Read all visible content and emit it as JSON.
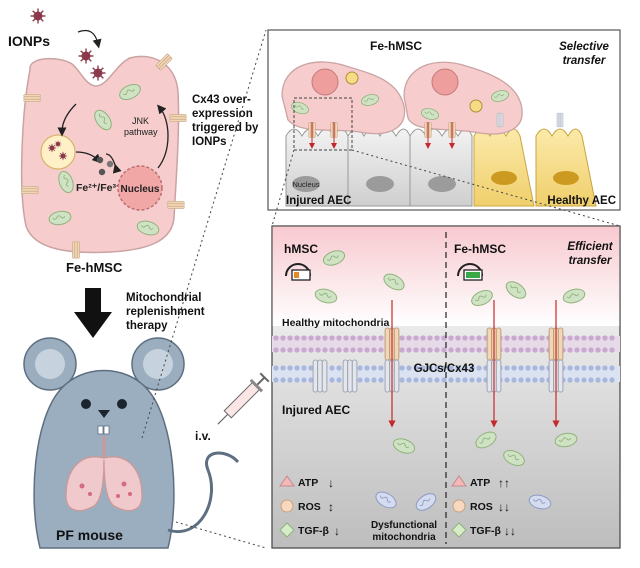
{
  "left": {
    "ionps_label": "IONPs",
    "cell_label": "Fe-hMSC",
    "fe_label": "Fe²⁺/Fe³⁺",
    "nucleus_label": "Nucleus",
    "jnk_line1": "JNK",
    "jnk_line2": "pathway",
    "cx43_line1": "Cx43 over-",
    "cx43_line2": "expression",
    "cx43_line3": "triggered by",
    "cx43_line4": "IONPs",
    "therapy_line1": "Mitochondrial",
    "therapy_line2": "replenishment",
    "therapy_line3": "therapy",
    "iv_label": "i.v.",
    "mouse_label": "PF mouse"
  },
  "top_panel": {
    "fe_hmsc_label": "Fe-hMSC",
    "selective_line1": "Selective",
    "selective_line2": "transfer",
    "nucleus_label": "Nucleus",
    "injured_label": "Injured AEC",
    "healthy_label": "Healthy AEC"
  },
  "bottom_panel": {
    "hmsc_label": "hMSC",
    "fe_hmsc_label": "Fe-hMSC",
    "efficient_line1": "Efficient",
    "efficient_line2": "transfer",
    "healthy_mito_label": "Healthy mitochondria",
    "gjc_label": "GJCs/Cx43",
    "injured_label": "Injured AEC",
    "dysfunctional_line1": "Dysfunctional",
    "dysfunctional_line2": "mitochondria",
    "left_legend": [
      {
        "label": "ATP",
        "arrow": "↓"
      },
      {
        "label": "ROS",
        "arrow": "↕"
      },
      {
        "label": "TGF-β",
        "arrow": "↓"
      }
    ],
    "right_legend": [
      {
        "label": "ATP",
        "arrow": "↑↑"
      },
      {
        "label": "ROS",
        "arrow": "↓↓"
      },
      {
        "label": "TGF-β",
        "arrow": "↓↓"
      }
    ]
  },
  "colors": {
    "cell_fill": "#f6cccc",
    "cell_stroke": "#caa3a3",
    "mito_fill": "#cfe3c4",
    "mito_stroke": "#8fb27a",
    "mouse_fill": "#9aaebf",
    "healthy_aec": "#f6dc88",
    "injured_aec": "#dcdcdc",
    "arrow_red": "#c4282b"
  }
}
